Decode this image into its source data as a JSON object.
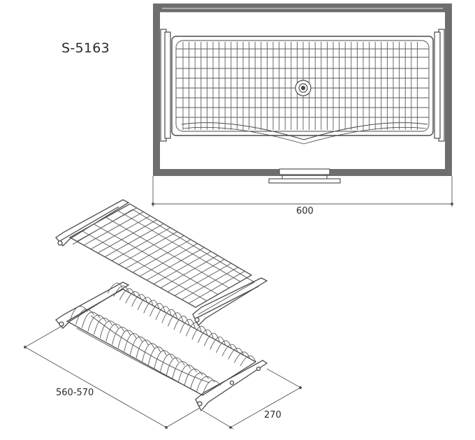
{
  "model_code": "S-5163",
  "dimensions": {
    "width": "600",
    "length": "560-570",
    "depth": "270"
  },
  "colors": {
    "cabinet_wall": "#6e6e6e",
    "wire": "#4a4a4a",
    "frame_dark": "#3c3c3c",
    "background": "#ffffff"
  }
}
